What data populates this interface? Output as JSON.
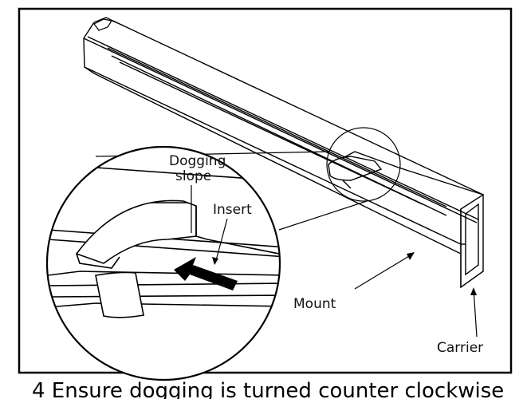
{
  "labels": {
    "dogging_slope_line1": "Dogging",
    "dogging_slope_line2": "slope",
    "insert": "Insert",
    "mount": "Mount",
    "carrier": "Carrier"
  },
  "caption": "4 Ensure dogging is turned counter clockwise"
}
